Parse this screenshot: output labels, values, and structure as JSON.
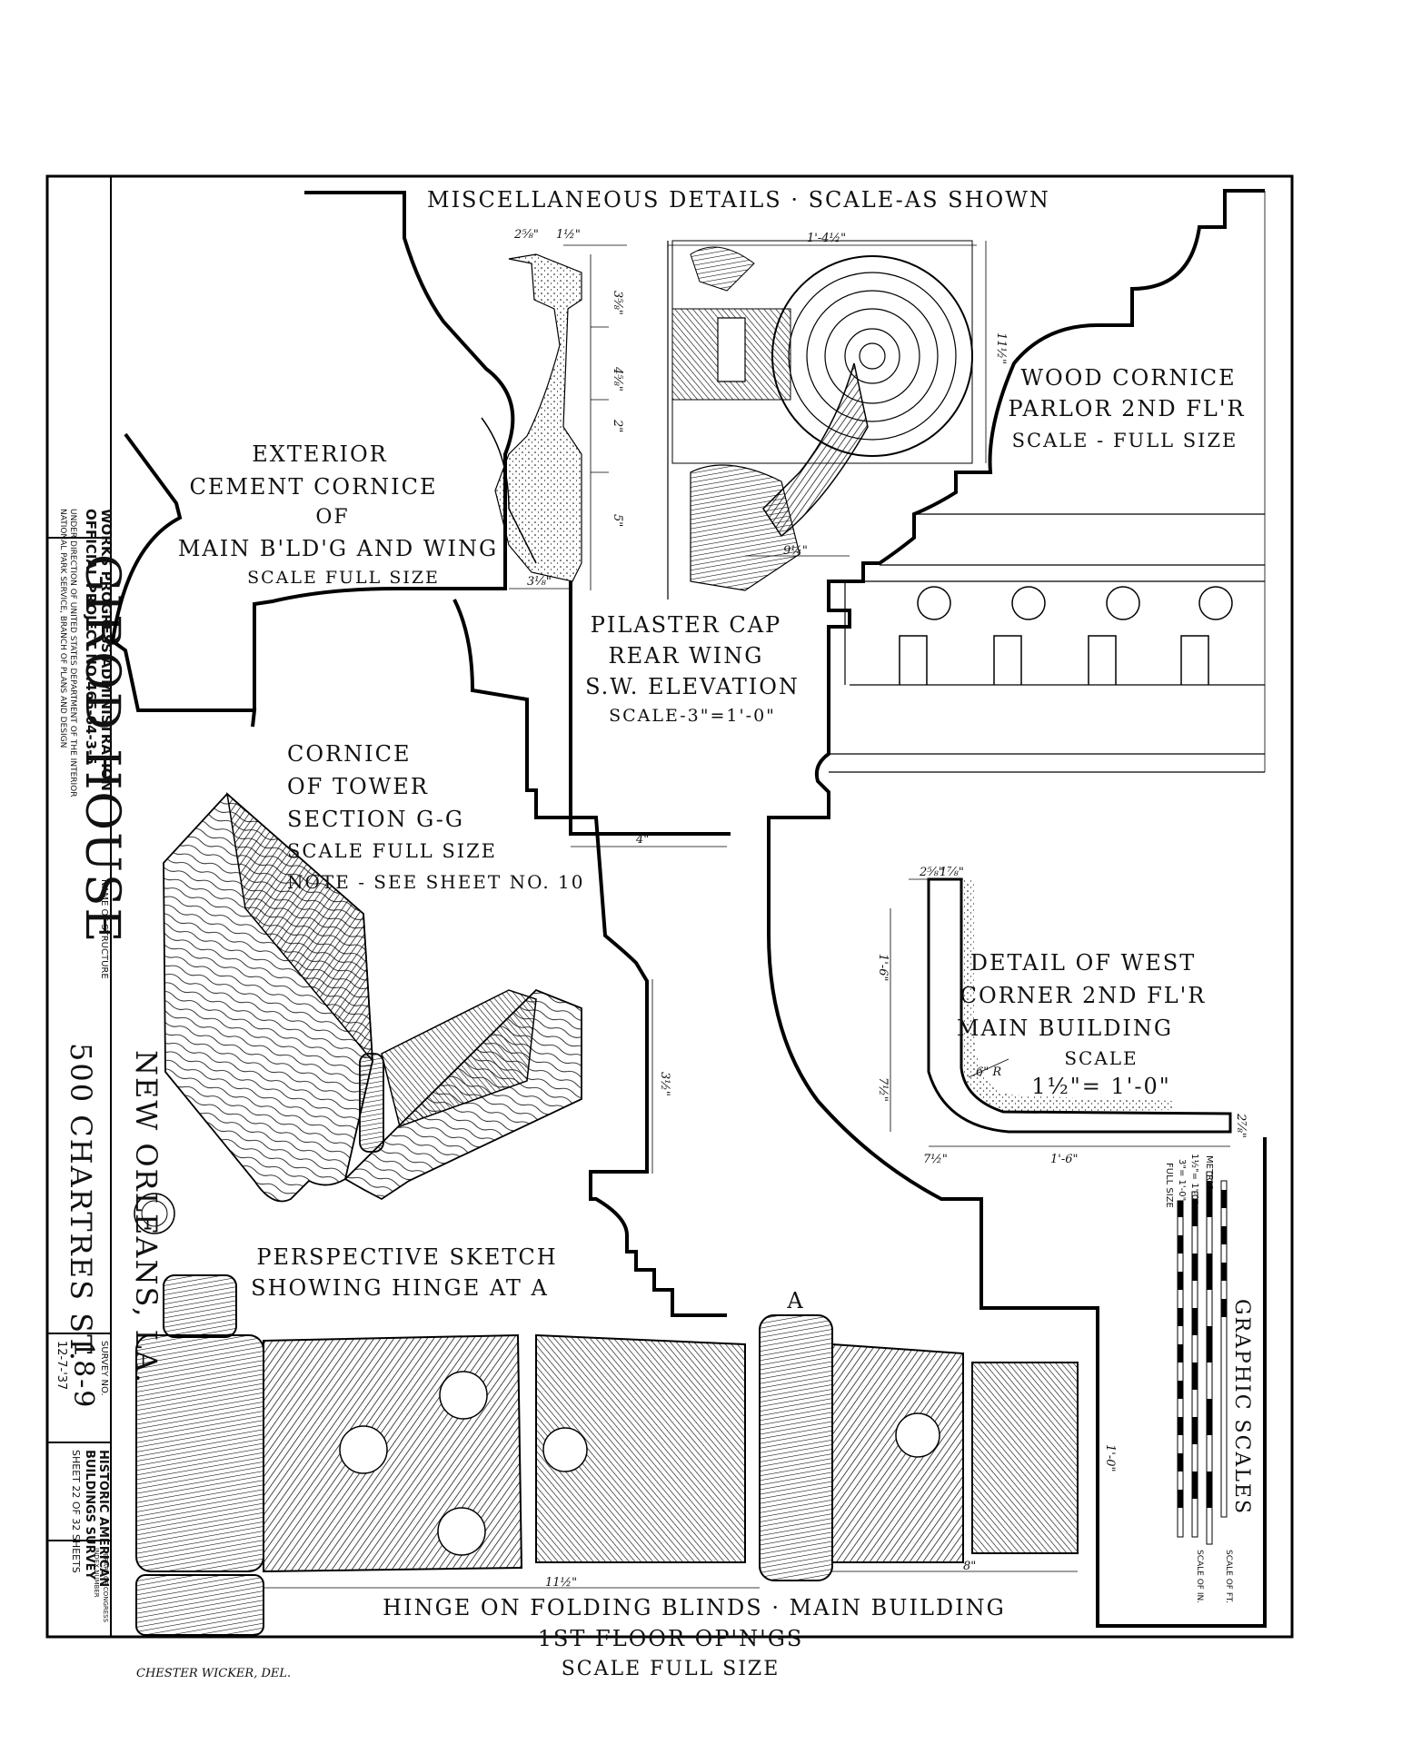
{
  "title_block": {
    "wpa_line1": "WORKS PROGRESS ADMINISTRATION",
    "wpa_line2": "OFFICIAL PROJECT NO.465-64-3-5",
    "wpa_line3": "UNDER DIRECTION OF UNITED STATES DEPARTMENT OF THE INTERIOR",
    "wpa_line4": "NATIONAL PARK SERVICE, BRANCH OF PLANS AND DESIGN",
    "structure_name": "GIROD HOUSE",
    "name_caption": "NAME OF STRUCTURE",
    "address_line1": "500 CHARTRES ST.",
    "address_line2": "NEW ORLEANS, LA.",
    "survey_caption": "SURVEY NO.",
    "survey_no": "18-9",
    "survey_date": "12-7-'37",
    "habs_line1": "HISTORIC AMERICAN",
    "habs_line2": "BUILDINGS SURVEY",
    "sheet_info": "SHEET 22 OF 32 SHEETS",
    "loc_line1": "LIBRARY OF CONGRESS",
    "loc_line2": "INDEX NUMBER"
  },
  "header": {
    "title": "MISCELLANEOUS DETAILS · SCALE-AS SHOWN"
  },
  "labels": {
    "exterior_cornice": [
      "EXTERIOR",
      "CEMENT CORNICE",
      "OF",
      "MAIN B'LD'G AND WING",
      "SCALE FULL SIZE"
    ],
    "pilaster_cap": [
      "PILASTER CAP",
      "REAR WING",
      "S.W. ELEVATION",
      "SCALE-3\"=1'-0\""
    ],
    "wood_cornice": [
      "WOOD CORNICE",
      "PARLOR 2ND FL'R",
      "SCALE - FULL SIZE"
    ],
    "cornice_tower": [
      "CORNICE",
      "OF TOWER",
      "SECTION G-G",
      "SCALE FULL SIZE",
      "NOTE - SEE SHEET NO. 10"
    ],
    "west_corner": [
      "DETAIL OF WEST",
      "CORNER 2ND FL'R",
      "MAIN BUILDING",
      "SCALE",
      "1½\"= 1'-0\""
    ],
    "perspective": [
      "PERSPECTIVE SKETCH",
      "SHOWING HINGE AT A"
    ],
    "hinge": [
      "HINGE ON FOLDING BLINDS · MAIN BUILDING",
      "1ST FLOOR OP'N'GS",
      "SCALE FULL SIZE"
    ],
    "point_a": "A",
    "graphic_scales": "GRAPHIC SCALES",
    "scales_legend": [
      "METRIC",
      "1½\"= 1'-0\"",
      "3\"= 1'-0\"",
      "FULL SIZE"
    ],
    "scales_foot": [
      "SCALE OF FT.",
      "SCALE OF IN."
    ],
    "draftsman": "CHESTER WICKER, DEL."
  },
  "dimensions": {
    "pilaster_top_a": "2⅝\"",
    "pilaster_top_b": "1½\"",
    "pilaster_width": "1'-4½\"",
    "pilaster_v1": "3⅝\"",
    "pilaster_v2": "4⅝\"",
    "pilaster_v3": "2\"",
    "pilaster_v4": "5\"",
    "pilaster_right": "11½\"",
    "pilaster_bottom": "9¼\"",
    "pilaster_base": "3⅛\"",
    "tower_width": "4\"",
    "tower_height": "3½\"",
    "corner_top_a": "2⅝\"",
    "corner_top_b": "1⅞\"",
    "corner_v1": "1'-6\"",
    "corner_v2": "7½\"",
    "corner_radius": "6\" R",
    "corner_h1": "7½\"",
    "corner_h2": "1'-6\"",
    "corner_small": "2⅞\"",
    "wood_foot": "1'-0\"",
    "hinge_length": "11½\"",
    "hinge_leaf": "8\""
  },
  "colors": {
    "ink": "#111111",
    "paper": "#ffffff"
  }
}
